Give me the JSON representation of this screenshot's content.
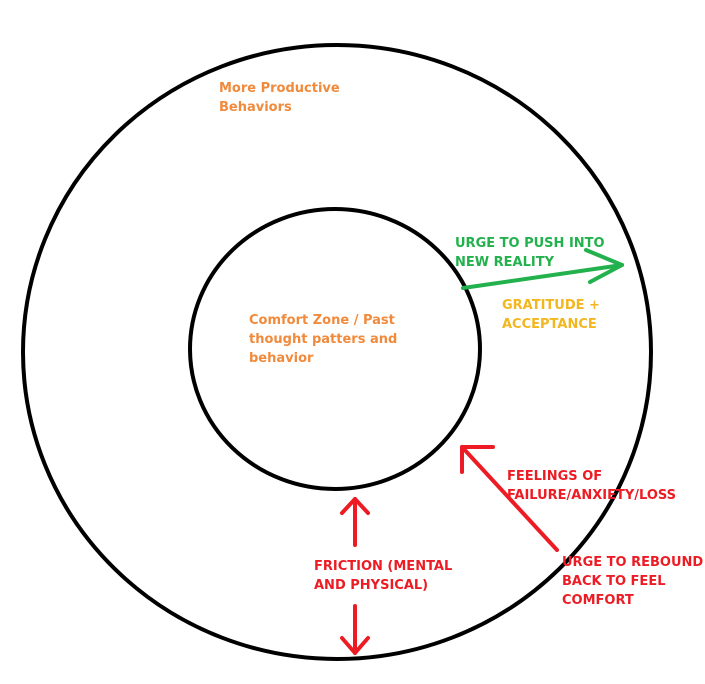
{
  "colors": {
    "outline": "#000000",
    "orange": "#f08a3c",
    "green": "#22b14c",
    "yellow": "#f2b71e",
    "red": "#ed1c24"
  },
  "labels": {
    "outer_ring": [
      "More Productive",
      "Behaviors"
    ],
    "comfort_zone": [
      "Comfort Zone / Past",
      "thought patters and",
      "behavior"
    ],
    "urge_push": [
      "URGE TO PUSH INTO",
      "NEW REALITY"
    ],
    "gratitude": [
      "GRATITUDE +",
      "ACCEPTANCE"
    ],
    "feelings": [
      "FEELINGS OF",
      "FAILURE/ANXIETY/LOSS"
    ],
    "friction": [
      "FRICTION (MENTAL",
      "AND PHYSICAL)"
    ],
    "urge_rebound": [
      "URGE TO REBOUND",
      "BACK TO FEEL",
      "COMFORT"
    ]
  }
}
